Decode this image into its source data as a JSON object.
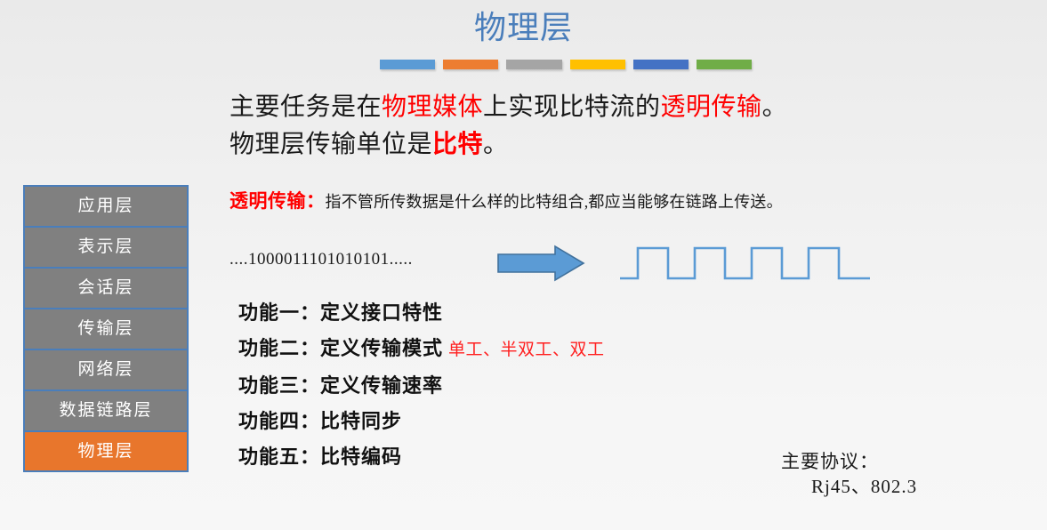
{
  "slide": {
    "title": "物理层",
    "title_color": "#4A7EBB",
    "background_top": "#EAEAEA",
    "background_bottom": "#F7F7F7"
  },
  "accent_bar": {
    "segments": [
      {
        "name": "segment-blue",
        "color": "#5B9BD5"
      },
      {
        "name": "segment-orange",
        "color": "#ED7D31"
      },
      {
        "name": "segment-gray",
        "color": "#A5A5A5"
      },
      {
        "name": "segment-yellow",
        "color": "#FFC000"
      },
      {
        "name": "segment-dark-blue",
        "color": "#4472C4"
      },
      {
        "name": "segment-green",
        "color": "#70AD47"
      }
    ]
  },
  "osi_stack": {
    "fill_color": "#808080",
    "border_color": "#4A7EBB",
    "highlight_color": "#E8762C",
    "text_color": "#FFFFFF",
    "layers": [
      {
        "label": "应用层",
        "highlighted": false
      },
      {
        "label": "表示层",
        "highlighted": false
      },
      {
        "label": "会话层",
        "highlighted": false
      },
      {
        "label": "传输层",
        "highlighted": false
      },
      {
        "label": "网络层",
        "highlighted": false
      },
      {
        "label": "数据链路层",
        "highlighted": false
      },
      {
        "label": "物理层",
        "highlighted": true
      }
    ]
  },
  "intro": {
    "line1_part1": "主要任务是在",
    "line1_highlight1": "物理媒体",
    "line1_part2": "上实现比特流的",
    "line1_highlight2": "透明传输",
    "line1_part3": "。",
    "line2_part1": "物理层传输单位是",
    "line2_highlight": "比特",
    "line2_part2": "。",
    "highlight_color": "#FF0000"
  },
  "definition": {
    "term": "透明传输：",
    "text": "指不管所传数据是什么样的比特组合,都应当能够在链路上传送。",
    "term_color": "#FF0000"
  },
  "bitstream": {
    "bits": "....1000011101010101.....",
    "arrow_fill": "#5B9BD5",
    "arrow_stroke": "#41719C",
    "waveform_color": "#5B9BD5",
    "waveform_pulses": 4
  },
  "functions": [
    {
      "label": "功能一：定义接口特性",
      "note": ""
    },
    {
      "label": "功能二：定义传输模式",
      "note": "单工、半双工、双工"
    },
    {
      "label": "功能三：定义传输速率",
      "note": ""
    },
    {
      "label": "功能四：比特同步",
      "note": ""
    },
    {
      "label": "功能五：比特编码",
      "note": ""
    }
  ],
  "protocols": {
    "label": "主要协议：",
    "value": "Rj45、802.3"
  }
}
